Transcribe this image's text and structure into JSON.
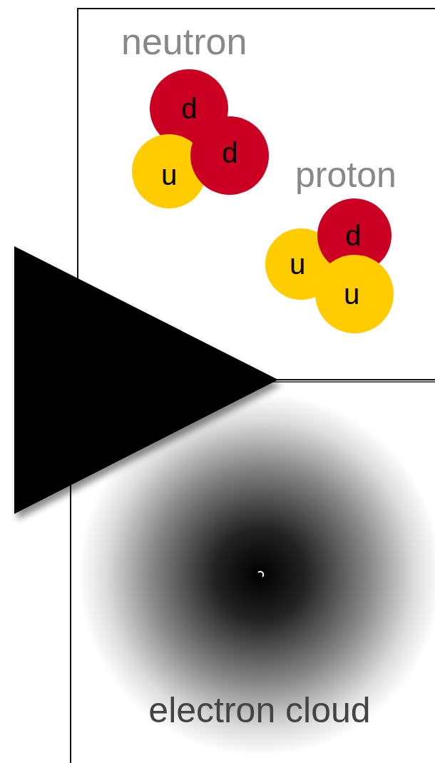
{
  "diagram": {
    "nodes": [
      {
        "text": [
          "d"
        ]
      },
      {
        "text": [
          "u"
        ]
      },
      {
        "text": [
          "d"
        ]
      },
      {
        "text": [
          "d"
        ]
      },
      {
        "text": [
          "u"
        ]
      },
      {
        "text": [
          "u"
        ]
      },
      {
        "text": [
          "electron cloud"
        ]
      }
    ],
    "labels": [
      "neutron",
      "proton"
    ]
  }
}
